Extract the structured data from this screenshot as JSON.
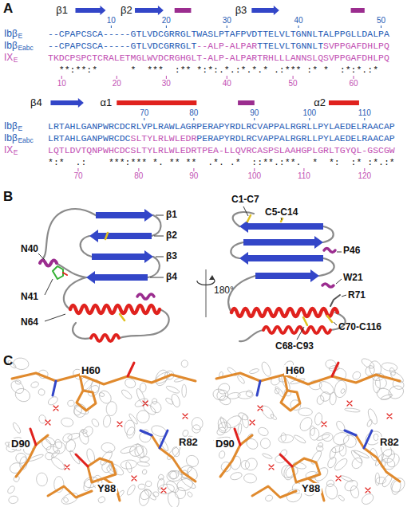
{
  "diagram": {
    "labels": [
      "A",
      "β1",
      "β2",
      "β3",
      "10",
      "20",
      "30",
      "40",
      "50",
      "Ibβ",
      "E",
      "Ibβ",
      "Eabc",
      "IX",
      "E",
      "--CPAPCSCA-----GTLVDCGRRGLTWASLPTAFPVDTTELVLTGNNLTALPPGLLDALPA",
      "--CPAPCSCA-----GTLVDCGRRGLT",
      "--ALP-ALPAR",
      "TTELVLTGNNLT",
      "SVPPGAFDHLPQ",
      "TKDCPSPCTCRALETMGLWVDCRGHGLT-ALP-ALPARTRHLLLANNSLQSVPPGAFDHLPQ",
      "  **:**:*      *  ***  :** *:*:.*.:*.*.* .:*** :* *  :*:*.:*",
      "10",
      "20",
      "30",
      "40",
      "50",
      "60",
      "β4",
      "α1",
      "α2",
      "70",
      "80",
      "90",
      "100",
      "110",
      "Ibβ",
      "E",
      "Ibβ",
      "Eabc",
      "IX",
      "E",
      "LRTAHLGANPWRCDCRLVPLRAWLAGRPERAPYRDLRCVAPPALRGRLLPYLAEDELRAACAP",
      "LRTAHLGANPWRCDC",
      "SLTYLRLWLEDR",
      "PERAPYRDLRCVAPPALRGRLLPYLAEDELRAACAP",
      "LQTLDVTQNPWHCDCSLTYLRLWLEDRTPEA-LLQVRCASPSLAAHGPLGRLTGYQL-GSCGW",
      "*:*  .:    ***:*** *. ** **  .*. .*  ::**.:**.  *  *:  :* :*.:*",
      "70",
      "80",
      "90",
      "100",
      "110",
      "120",
      "B",
      "N40",
      "N41",
      "N64",
      "β1",
      "β2",
      "β3",
      "β4",
      "C1-C7",
      "C5-C14",
      "P46",
      "W21",
      "R71",
      "C68-C93",
      "C70-C116",
      "180°",
      "C",
      "H60",
      "D90",
      "R82",
      "Y88",
      "H60",
      "D90",
      "R82",
      "Y88"
    ]
  }
}
